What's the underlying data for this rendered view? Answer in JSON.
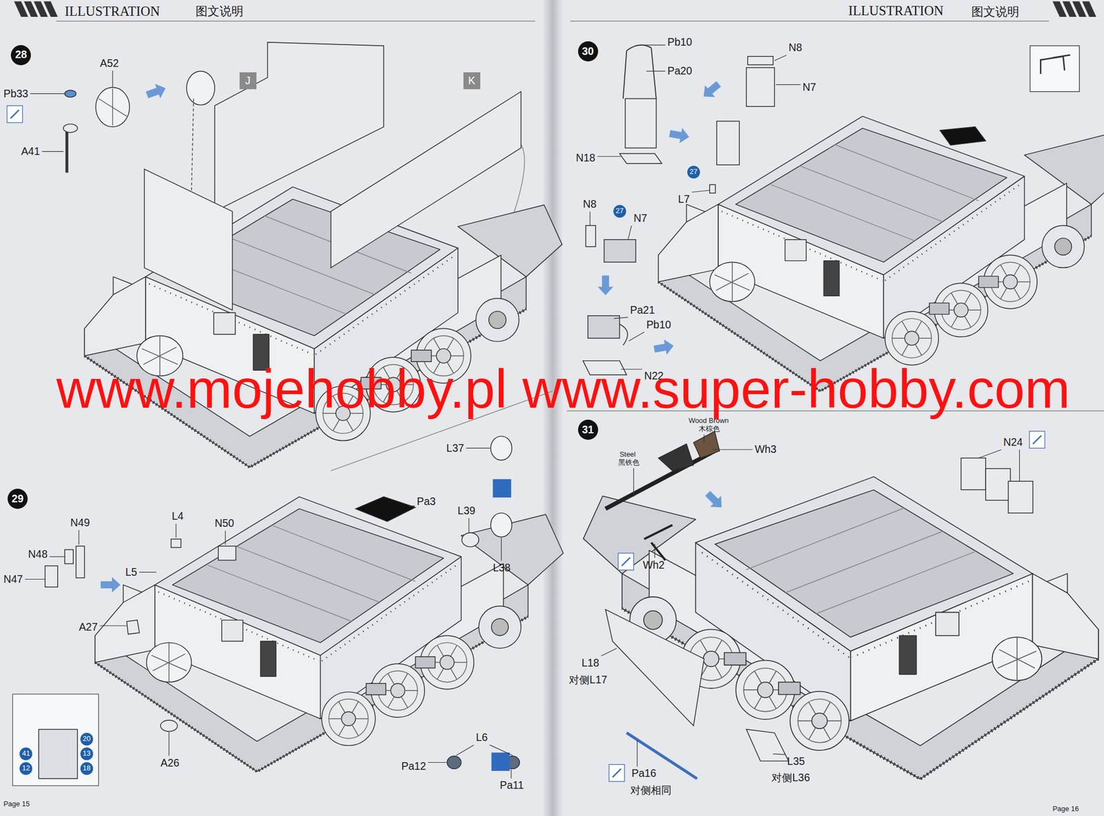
{
  "diagram": {
    "nodes": [
      {
        "text": [
          "28"
        ]
      },
      {
        "text": [
          "J"
        ]
      },
      {
        "text": [
          "K"
        ]
      },
      {
        "text": [
          "29"
        ]
      },
      {
        "text": [
          "20"
        ]
      },
      {
        "text": [
          "41"
        ]
      },
      {
        "text": [
          "13"
        ]
      },
      {
        "text": [
          "12"
        ]
      },
      {
        "text": [
          "18"
        ]
      },
      {
        "text": [
          "30"
        ]
      },
      {
        "text": [
          "27"
        ]
      },
      {
        "text": [
          "27"
        ]
      },
      {
        "text": [
          "31"
        ]
      }
    ],
    "labels": [
      "ILLUSTRATION",
      "图文说明",
      "ILLUSTRATION",
      "图文说明",
      "Pb33",
      "A52",
      "A41",
      "Pb10",
      "Pa20",
      "N8",
      "N7",
      "N18",
      "L7",
      "N8",
      "N7",
      "Pa21",
      "Pb10",
      "N22",
      "N49",
      "N48",
      "N47",
      "L4",
      "N50",
      "L5",
      "Pa3",
      "L37",
      "L39",
      "L38",
      "A27",
      "A26",
      "L6",
      "Pa12",
      "Pa11",
      "Wood Brown",
      "木棕色",
      "Wh3",
      "Steel",
      "黑铁色",
      "Wh2",
      "N24",
      "L18",
      "对侧L17",
      "Pa16",
      "对侧相同",
      "L35",
      "对侧L36",
      "www.mojehobby.pl www.super-hobby.com",
      "Page 15",
      "Page 16"
    ]
  }
}
